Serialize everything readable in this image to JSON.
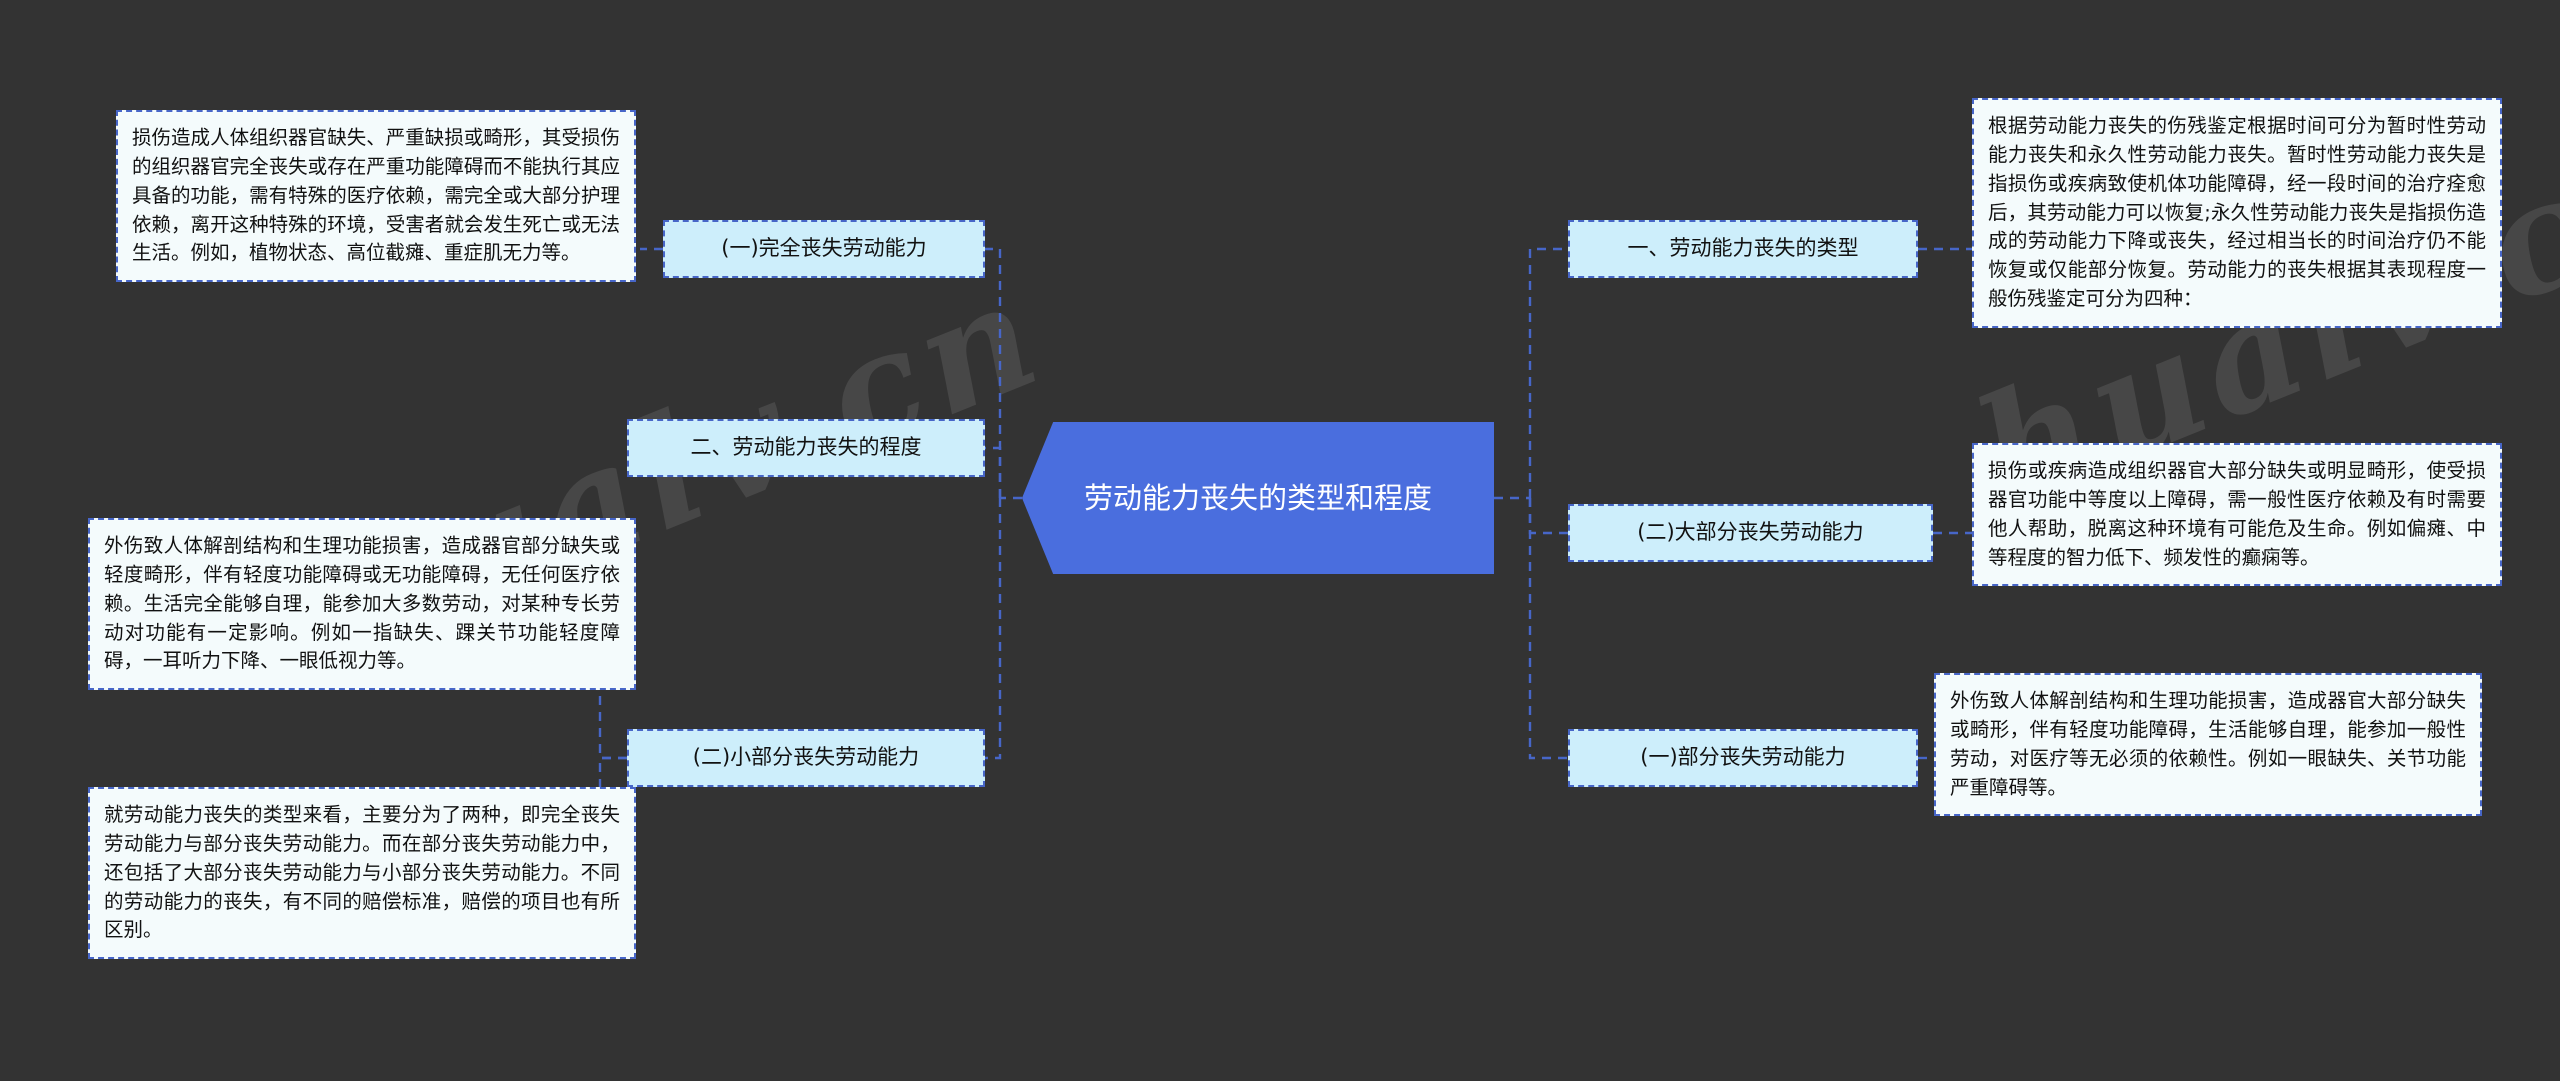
{
  "meta": {
    "background_color": "#333333",
    "accent_color": "#4a6ede",
    "branch_fill": "#cdeefb",
    "leaf_fill": "#f4fbfc",
    "border_color": "#4766c8",
    "center_text_color": "#ffffff",
    "body_text_color": "#111111"
  },
  "watermark": {
    "left_text": "hualv.cn",
    "right_text": "hualv.cn"
  },
  "center": {
    "title": "劳动能力丧失的类型和程度"
  },
  "branches": {
    "complete_loss": "(一)完全丧失劳动能力",
    "degree": "二、劳动能力丧失的程度",
    "minor_loss": "(二)小部分丧失劳动能力",
    "types": "一、劳动能力丧失的类型",
    "major_loss": "(二)大部分丧失劳动能力",
    "partial_loss": "(一)部分丧失劳动能力"
  },
  "leaves": {
    "complete_loss_detail": "损伤造成人体组织器官缺失、严重缺损或畸形，其受损伤的组织器官完全丧失或存在严重功能障碍而不能执行其应具备的功能，需有特殊的医疗依赖，需完全或大部分护理依赖，离开这种特殊的环境，受害者就会发生死亡或无法生活。例如，植物状态、高位截瘫、重症肌无力等。",
    "minor_loss_detail": "外伤致人体解剖结构和生理功能损害，造成器官部分缺失或轻度畸形，伴有轻度功能障碍或无功能障碍，无任何医疗依赖。生活完全能够自理，能参加大多数劳动，对某种专长劳动对功能有一定影响。例如一指缺失、踝关节功能轻度障碍，一耳听力下降、一眼低视力等。",
    "types_summary": "就劳动能力丧失的类型来看，主要分为了两种，即完全丧失劳动能力与部分丧失劳动能力。而在部分丧失劳动能力中，还包括了大部分丧失劳动能力与小部分丧失劳动能力。不同的劳动能力的丧失，有不同的赔偿标准，赔偿的项目也有所区别。",
    "types_detail": "根据劳动能力丧失的伤残鉴定根据时间可分为暂时性劳动能力丧失和永久性劳动能力丧失。暂时性劳动能力丧失是指损伤或疾病致使机体功能障碍，经一段时间的治疗痊愈后，其劳动能力可以恢复;永久性劳动能力丧失是指损伤造成的劳动能力下降或丧失，经过相当长的时间治疗仍不能恢复或仅能部分恢复。劳动能力的丧失根据其表现程度一般伤残鉴定可分为四种：",
    "major_loss_detail": "损伤或疾病造成组织器官大部分缺失或明显畸形，使受损器官功能中等度以上障碍，需一般性医疗依赖及有时需要他人帮助，脱离这种环境有可能危及生命。例如偏瘫、中等程度的智力低下、频发性的癫痫等。",
    "partial_loss_detail": "外伤致人体解剖结构和生理功能损害，造成器官大部分缺失或畸形，伴有轻度功能障碍，生活能够自理，能参加一般性劳动，对医疗等无必须的依赖性。例如一眼缺失、关节功能严重障碍等。"
  },
  "diagram_structure": {
    "type": "mind-map",
    "root": "劳动能力丧失的类型和程度",
    "left_branches": [
      {
        "label": "(一)完全丧失劳动能力",
        "detail_key": "complete_loss_detail"
      },
      {
        "label": "二、劳动能力丧失的程度",
        "detail_key": null
      },
      {
        "label": "(二)小部分丧失劳动能力",
        "detail_key": "minor_loss_detail"
      }
    ],
    "right_branches": [
      {
        "label": "一、劳动能力丧失的类型",
        "detail_key": "types_detail"
      },
      {
        "label": "(二)大部分丧失劳动能力",
        "detail_key": "major_loss_detail"
      },
      {
        "label": "(一)部分丧失劳动能力",
        "detail_key": "partial_loss_detail"
      }
    ]
  }
}
